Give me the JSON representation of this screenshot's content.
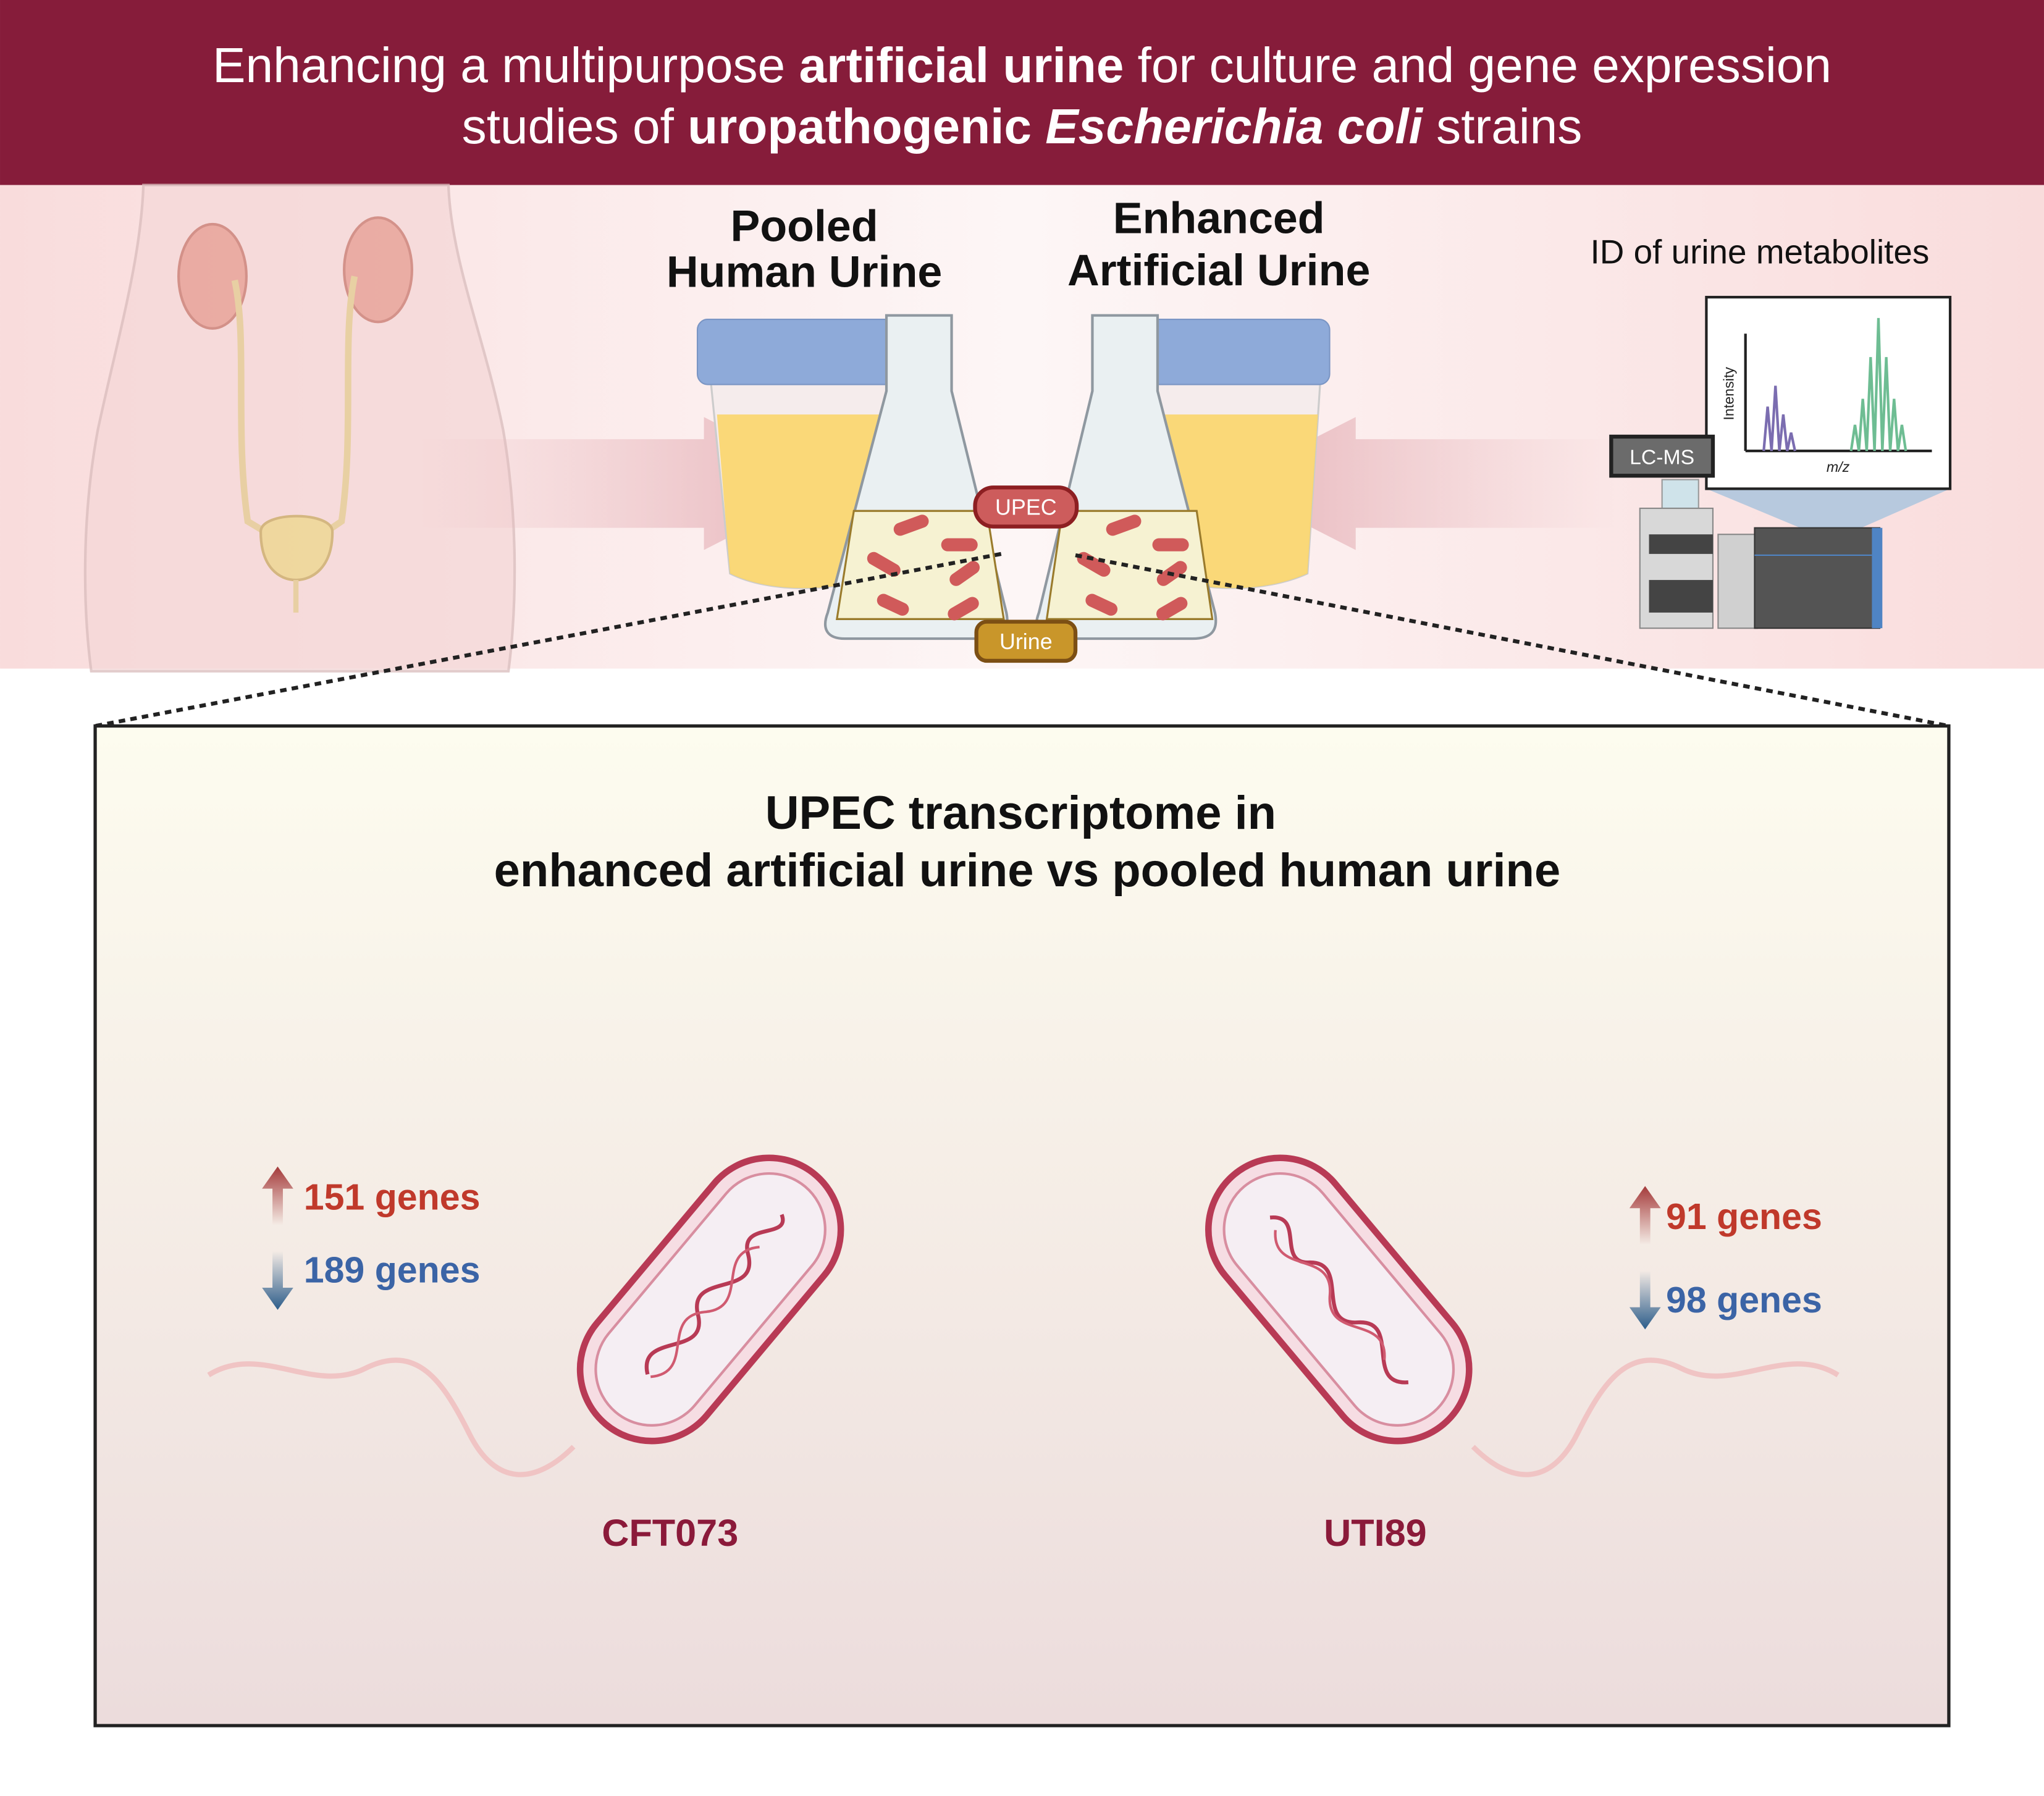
{
  "header": {
    "line1_pre": "Enhancing a multipurpose ",
    "line1_bold": "artificial urine",
    "line1_post": " for culture and gene expression",
    "line2_pre": "studies of ",
    "line2_bold": "uropathogenic ",
    "line2_italic": "Escherichia coli",
    "line2_post": " strains"
  },
  "top": {
    "pooled_line1": "Pooled",
    "pooled_line2": "Human Urine",
    "enhanced_line1": "Enhanced",
    "enhanced_line2": "Artificial Urine",
    "upec_label": "UPEC",
    "urine_label": "Urine",
    "metabolites_label": "ID of urine metabolites",
    "lcms_label": "LC-MS",
    "spectrum_ylabel": "Intensity",
    "spectrum_xlabel": "m/z"
  },
  "bottom": {
    "title_line1": "UPEC transcriptome in",
    "title_line2": "enhanced artificial urine vs pooled human urine",
    "strains": [
      {
        "name": "CFT073",
        "up": "151 genes",
        "down": "189 genes"
      },
      {
        "name": "UTI89",
        "up": "91 genes",
        "down": "98 genes"
      }
    ]
  },
  "colors": {
    "header_bg": "#861c3a",
    "band_bg": "#fbe1e1",
    "up_red": "#c0392b",
    "down_blue": "#3b64a6",
    "strain_label": "#8b1a3a",
    "upec_pill": "#cd5c5c",
    "urine_pill": "#c9962a"
  }
}
